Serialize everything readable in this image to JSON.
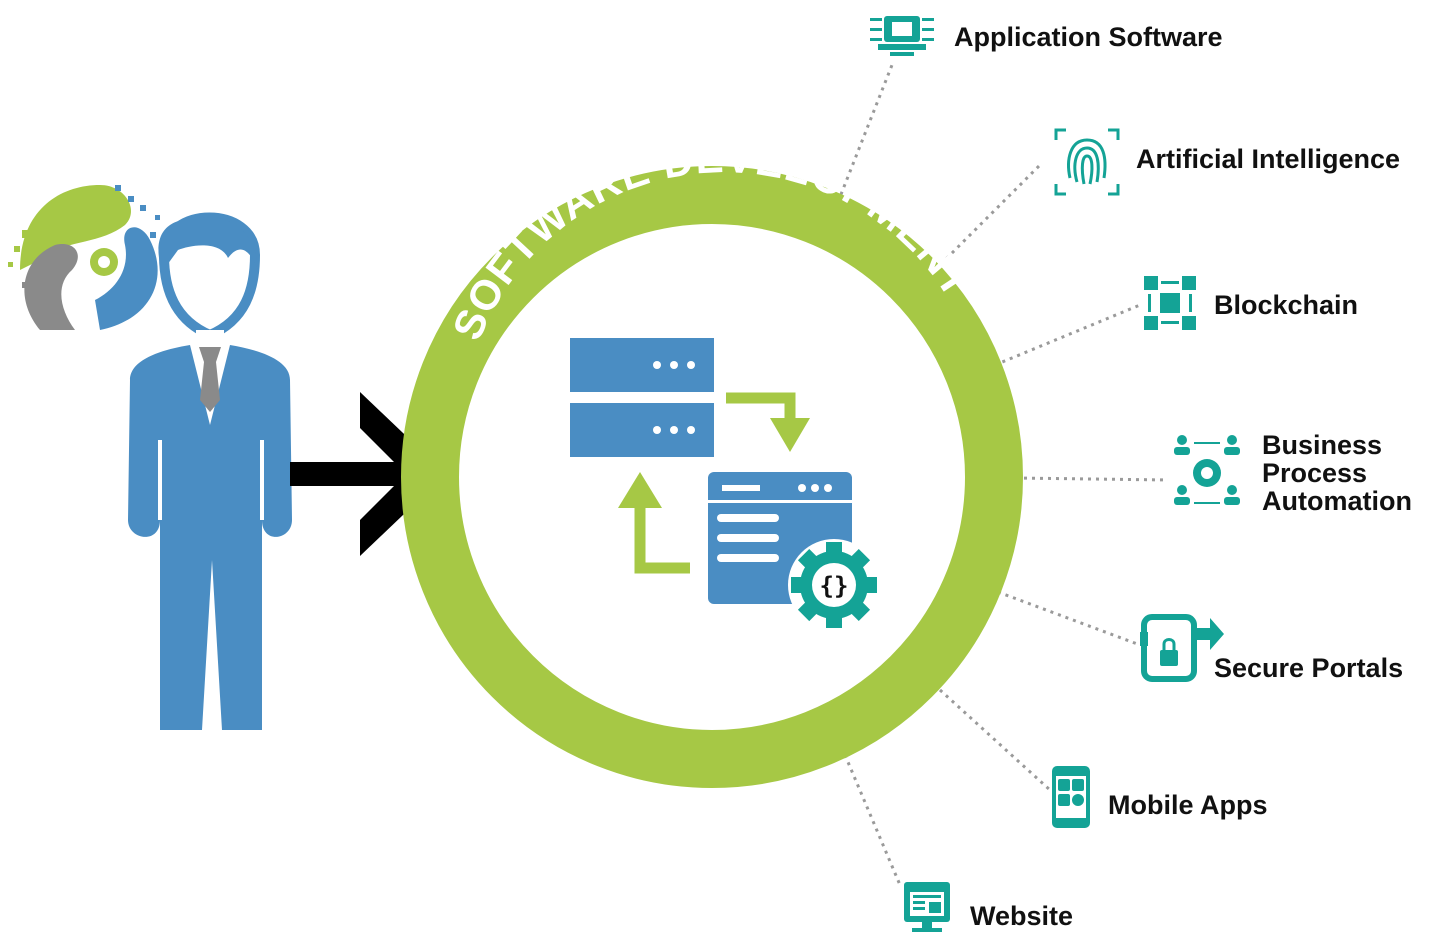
{
  "diagram": {
    "center_title": "SOFTWARE DEVELOPMENT",
    "branches": [
      {
        "label": "Application Software",
        "icon": "chip-circuit-icon"
      },
      {
        "label": "Artificial Intelligence",
        "icon": "fingerprint-scan-icon"
      },
      {
        "label": "Blockchain",
        "icon": "blockchain-cubes-icon"
      },
      {
        "label": "Business",
        "label2": "Process",
        "label3": "Automation",
        "icon": "process-gear-people-icon"
      },
      {
        "label": "Secure Portals",
        "icon": "secure-door-icon"
      },
      {
        "label": "Mobile Apps",
        "icon": "mobile-apps-icon"
      },
      {
        "label": "Website",
        "icon": "website-monitor-icon"
      }
    ]
  },
  "colors": {
    "ring_green": "#a6c845",
    "person_blue": "#4a8dc3",
    "icon_teal": "#14a396",
    "tie_gray": "#8a8a8a",
    "arrow_black": "#000000",
    "connector_gray": "#9a9a9a"
  }
}
